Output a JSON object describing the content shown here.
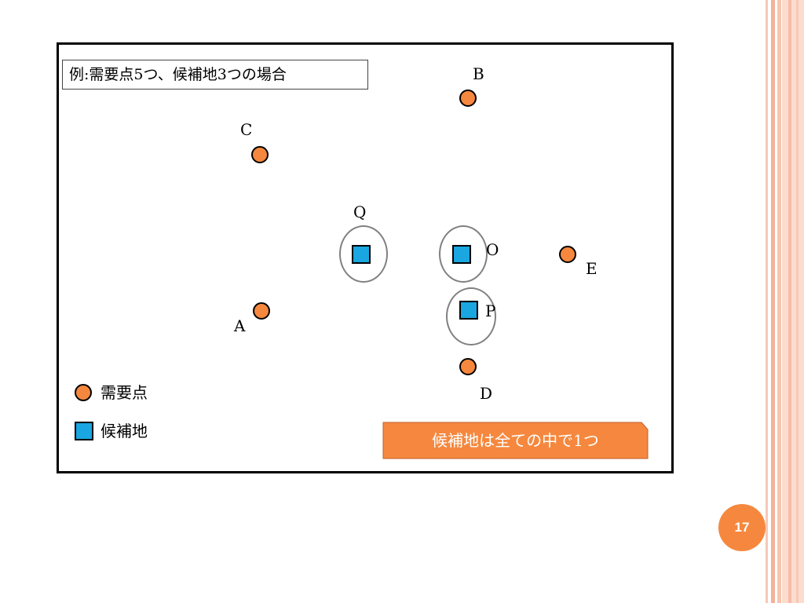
{
  "title": "例:需要点5つ、候補地3つの場合",
  "demand_points": [
    {
      "label": "A"
    },
    {
      "label": "B"
    },
    {
      "label": "C"
    },
    {
      "label": "D"
    },
    {
      "label": "E"
    }
  ],
  "candidate_sites": [
    {
      "label": "O"
    },
    {
      "label": "P"
    },
    {
      "label": "Q"
    }
  ],
  "legend": {
    "demand_label": "需要点",
    "candidate_label": "候補地"
  },
  "callout": "候補地は全ての中で1つ",
  "page_number": "17",
  "colors": {
    "demand": "#f5883e",
    "candidate": "#1aa6e0",
    "ring": "#808080",
    "callout": "#f5883e",
    "accent_stripe": "#f4b29a"
  }
}
